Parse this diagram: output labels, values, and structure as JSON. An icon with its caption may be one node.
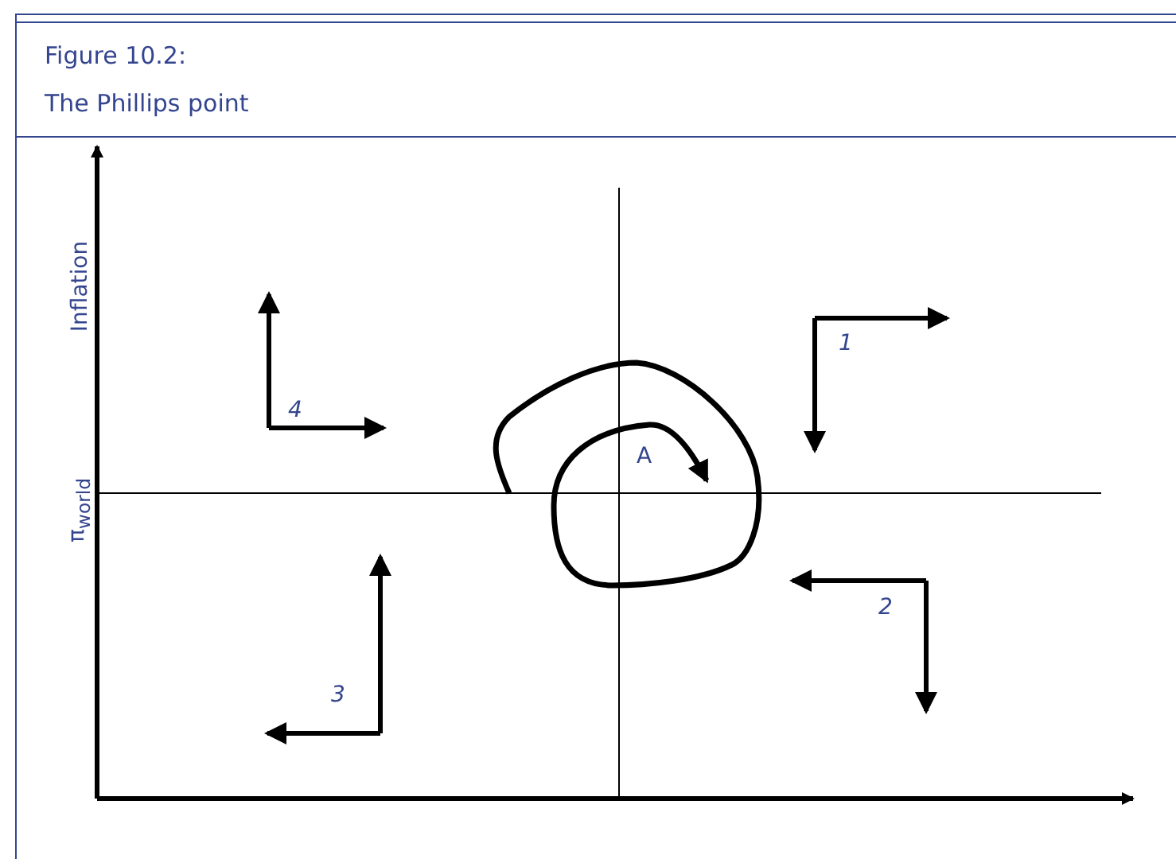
{
  "diagram": {
    "title": "Figure 10.2: The Phillips point",
    "labels": [
      "Inflation",
      "1",
      "4",
      "A",
      "π$_{world}$",
      "2",
      "3"
    ]
  }
}
